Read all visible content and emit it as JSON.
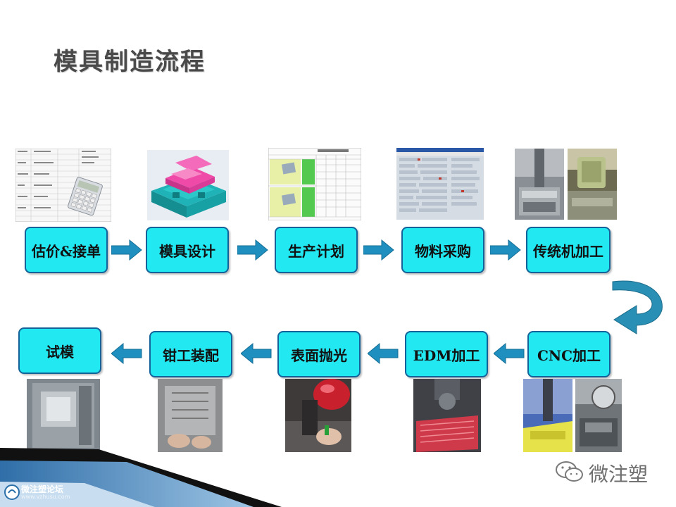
{
  "title": "模具制造流程",
  "steps": {
    "s1": "估价&接单",
    "s2": "模具设计",
    "s3": "生产计划",
    "s4": "物料采购",
    "s5": "传统机加工",
    "s6": "CNC加工",
    "s7": "EDM加工",
    "s8": "表面抛光",
    "s9": "钳工装配",
    "s10": "试模"
  },
  "watermark": {
    "brand": "微注塑",
    "forum": "微注塑论坛",
    "url": "www.vzhusu.com"
  },
  "colors": {
    "step_fill": "#22e8f2",
    "step_border": "#13639a",
    "arrow": "#1f8fbf",
    "footer_band": "#3f7fb6"
  }
}
